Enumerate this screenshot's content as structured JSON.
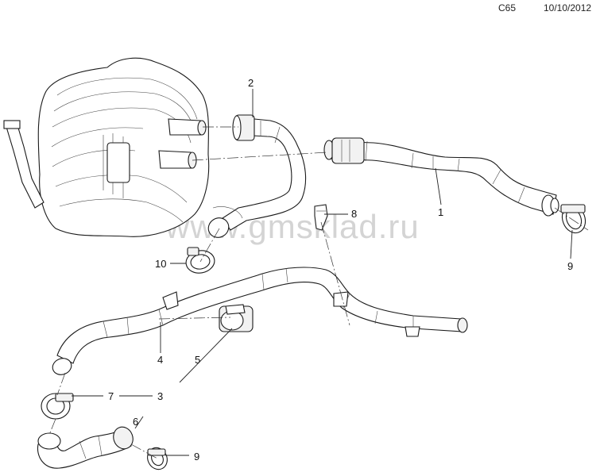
{
  "header": {
    "code": "C65",
    "date": "10/10/2012"
  },
  "watermark": "www.gmsklad.ru",
  "callouts": {
    "c1": "1",
    "c2": "2",
    "c3": "3",
    "c4": "4",
    "c5": "5",
    "c6": "6",
    "c7": "7",
    "c8": "8",
    "c9a": "9",
    "c9b": "9",
    "c10": "10"
  }
}
